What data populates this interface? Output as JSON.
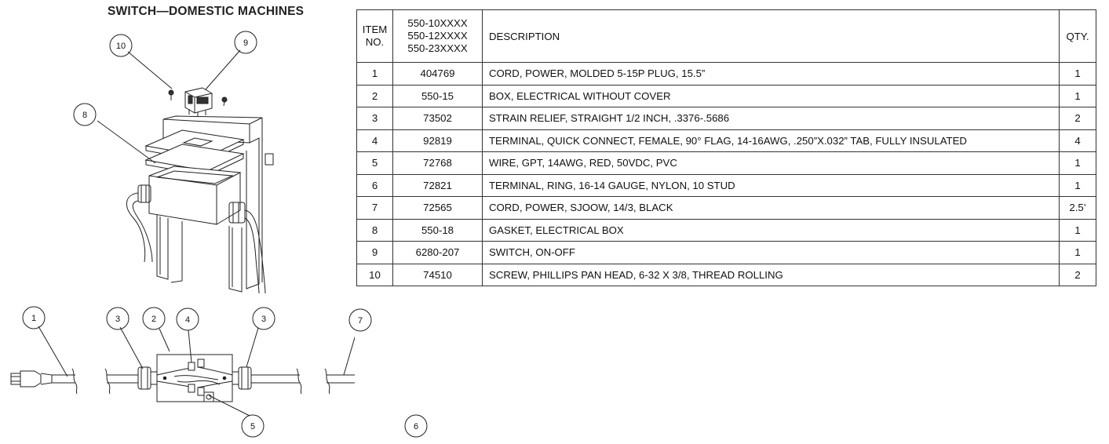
{
  "title": "SWITCH—DOMESTIC MACHINES",
  "table": {
    "header": {
      "item_line1": "ITEM",
      "item_line2": "NO.",
      "part_lines": [
        "550-10XXXX",
        "550-12XXXX",
        "550-23XXXX"
      ],
      "description": "DESCRIPTION",
      "qty": "QTY."
    },
    "rows": [
      {
        "item": "1",
        "part": "404769",
        "description": "CORD, POWER, MOLDED 5-15P PLUG, 15.5”",
        "qty": "1"
      },
      {
        "item": "2",
        "part": "550-15",
        "description": "BOX, ELECTRICAL WITHOUT COVER",
        "qty": "1"
      },
      {
        "item": "3",
        "part": "73502",
        "description": "STRAIN RELIEF, STRAIGHT 1/2 INCH, .3376-.5686",
        "qty": "2"
      },
      {
        "item": "4",
        "part": "92819",
        "description": "TERMINAL, QUICK CONNECT, FEMALE, 90° FLAG, 14-16AWG, .250”X.032” TAB, FULLY INSULATED",
        "qty": "4"
      },
      {
        "item": "5",
        "part": "72768",
        "description": "WIRE, GPT, 14AWG, RED, 50VDC, PVC",
        "qty": "1"
      },
      {
        "item": "6",
        "part": "72821",
        "description": "TERMINAL, RING, 16-14 GAUGE, NYLON, 10 STUD",
        "qty": "1"
      },
      {
        "item": "7",
        "part": "72565",
        "description": "CORD, POWER, SJOOW, 14/3, BLACK",
        "qty": "2.5’"
      },
      {
        "item": "8",
        "part": "550-18",
        "description": "GASKET, ELECTRICAL BOX",
        "qty": "1"
      },
      {
        "item": "9",
        "part": "6280-207",
        "description": "SWITCH, ON-OFF",
        "qty": "1"
      },
      {
        "item": "10",
        "part": "74510",
        "description": "SCREW, PHILLIPS PAN HEAD, 6-32 X 3/8, THREAD ROLLING",
        "qty": "2"
      }
    ]
  },
  "callouts": {
    "c10": "10",
    "c9": "9",
    "c8": "8",
    "b1": "1",
    "b3a": "3",
    "b2": "2",
    "b4": "4",
    "b3b": "3",
    "b7": "7",
    "b5": "5",
    "b6": "6"
  }
}
